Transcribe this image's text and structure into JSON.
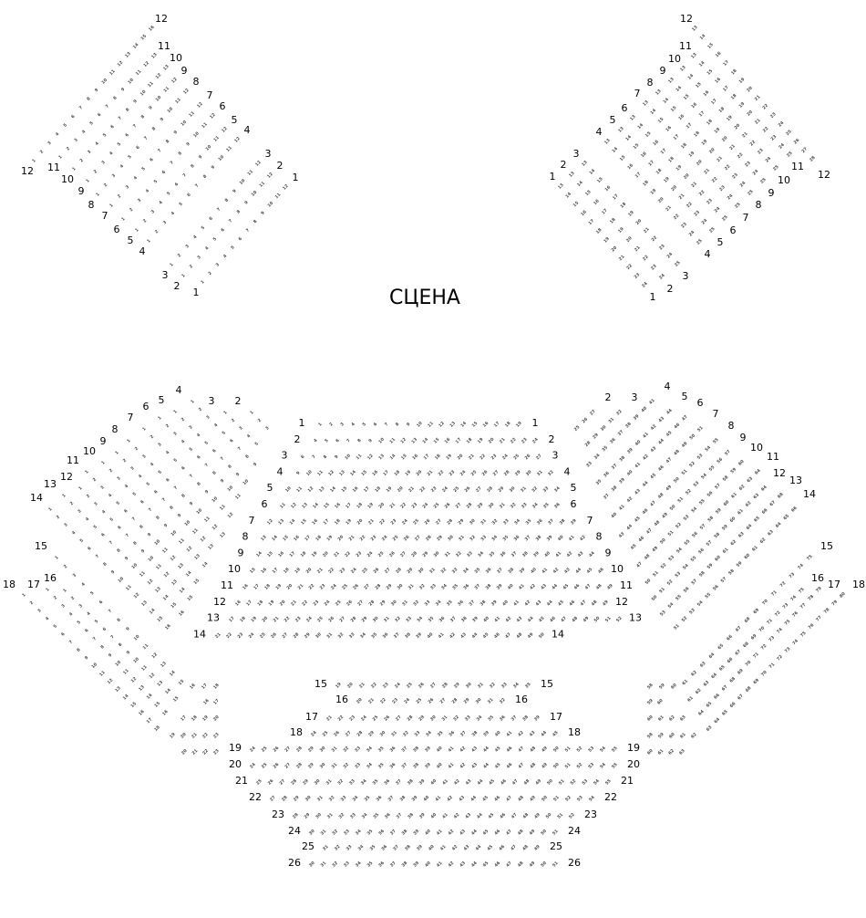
{
  "stage_label": "СЦЕНА",
  "colors": {
    "seat": "#4a4a4a",
    "label": "#000000",
    "background": "#ffffff"
  },
  "sections": {
    "balcony_left": {
      "rows": [
        {
          "label": "1",
          "from": 1,
          "to": 12
        },
        {
          "label": "2",
          "from": 1,
          "to": 12
        },
        {
          "label": "3",
          "from": 1,
          "to": 12
        },
        {
          "label": "4",
          "from": 1,
          "to": 12
        },
        {
          "label": "5",
          "from": 1,
          "to": 12
        },
        {
          "label": "6",
          "from": 1,
          "to": 12
        },
        {
          "label": "7",
          "from": 1,
          "to": 12
        },
        {
          "label": "8",
          "from": 1,
          "to": 12
        },
        {
          "label": "9",
          "from": 1,
          "to": 12
        },
        {
          "label": "10",
          "from": 1,
          "to": 13
        },
        {
          "label": "11",
          "from": 1,
          "to": 13
        },
        {
          "label": "12",
          "from": 1,
          "to": 16
        }
      ]
    },
    "balcony_right": {
      "rows": [
        {
          "label": "1",
          "from": 13,
          "to": 24
        },
        {
          "label": "2",
          "from": 13,
          "to": 24
        },
        {
          "label": "3",
          "from": 13,
          "to": 25
        },
        {
          "label": "4",
          "from": 13,
          "to": 25
        },
        {
          "label": "5",
          "from": 13,
          "to": 25
        },
        {
          "label": "6",
          "from": 13,
          "to": 25
        },
        {
          "label": "7",
          "from": 13,
          "to": 25
        },
        {
          "label": "8",
          "from": 13,
          "to": 25
        },
        {
          "label": "9",
          "from": 13,
          "to": 25
        },
        {
          "label": "10",
          "from": 13,
          "to": 25
        },
        {
          "label": "11",
          "from": 13,
          "to": 25
        },
        {
          "label": "12",
          "from": 13,
          "to": 28
        }
      ]
    },
    "side_upper_left": {
      "rows": [
        {
          "label": "2",
          "from": 1,
          "to": 3
        },
        {
          "label": "3",
          "from": 1,
          "to": 5
        },
        {
          "label": "4",
          "from": 1,
          "to": 9
        },
        {
          "label": "5",
          "from": 1,
          "to": 10
        },
        {
          "label": "6",
          "from": 1,
          "to": 11
        },
        {
          "label": "7",
          "from": 1,
          "to": 12
        },
        {
          "label": "8",
          "from": 1,
          "to": 13
        },
        {
          "label": "9",
          "from": 1,
          "to": 13
        },
        {
          "label": "10",
          "from": 1,
          "to": 14
        },
        {
          "label": "11",
          "from": 1,
          "to": 15
        },
        {
          "label": "12",
          "from": 1,
          "to": 15
        },
        {
          "label": "13",
          "from": 1,
          "to": 16
        },
        {
          "label": "14",
          "from": 1,
          "to": 16
        }
      ]
    },
    "side_upper_right": {
      "rows": [
        {
          "label": "2",
          "from": 25,
          "to": 27
        },
        {
          "label": "3",
          "from": 28,
          "to": 32
        },
        {
          "label": "4",
          "from": 33,
          "to": 41
        },
        {
          "label": "5",
          "from": 35,
          "to": 44
        },
        {
          "label": "6",
          "from": 37,
          "to": 47
        },
        {
          "label": "7",
          "from": 40,
          "to": 51
        },
        {
          "label": "8",
          "from": 43,
          "to": 55
        },
        {
          "label": "9",
          "from": 45,
          "to": 57
        },
        {
          "label": "10",
          "from": 47,
          "to": 60
        },
        {
          "label": "11",
          "from": 50,
          "to": 64
        },
        {
          "label": "12",
          "from": 50,
          "to": 64
        },
        {
          "label": "13",
          "from": 53,
          "to": 68
        },
        {
          "label": "14",
          "from": 51,
          "to": 66
        }
      ]
    },
    "side_lower_left": {
      "rows": [
        {
          "label": "15",
          "from": 1,
          "to": 18
        },
        {
          "label": "16",
          "from": 1,
          "to": 17
        },
        {
          "label": "17",
          "from": 1,
          "to": 20
        },
        {
          "label": "18",
          "from": 1,
          "to": 23
        },
        {
          "label": "19",
          "from": 20,
          "to": 23
        }
      ]
    },
    "side_lower_right": {
      "rows": [
        {
          "label": "15",
          "from": 58,
          "to": 75
        },
        {
          "label": "16",
          "from": 59,
          "to": 75
        },
        {
          "label": "17",
          "from": 60,
          "to": 79
        },
        {
          "label": "18",
          "from": 58,
          "to": 80
        },
        {
          "label": "19",
          "from": 60,
          "to": 63
        }
      ]
    },
    "parterre_front": {
      "rows": [
        {
          "label": "1",
          "from": 1,
          "to": 19
        },
        {
          "label": "2",
          "from": 4,
          "to": 24
        },
        {
          "label": "3",
          "from": 6,
          "to": 27
        },
        {
          "label": "4",
          "from": 9,
          "to": 32
        },
        {
          "label": "5",
          "from": 10,
          "to": 34
        },
        {
          "label": "6",
          "from": 11,
          "to": 36
        },
        {
          "label": "7",
          "from": 12,
          "to": 39
        },
        {
          "label": "8",
          "from": 13,
          "to": 42
        },
        {
          "label": "9",
          "from": 14,
          "to": 44
        },
        {
          "label": "10",
          "from": 15,
          "to": 46
        },
        {
          "label": "11",
          "from": 16,
          "to": 49
        },
        {
          "label": "12",
          "from": 16,
          "to": 49
        },
        {
          "label": "13",
          "from": 17,
          "to": 52
        },
        {
          "label": "14",
          "from": 21,
          "to": 50
        }
      ]
    },
    "parterre_rear": {
      "rows": [
        {
          "label": "15",
          "from": 19,
          "to": 35
        },
        {
          "label": "16",
          "from": 20,
          "to": 32
        },
        {
          "label": "17",
          "from": 21,
          "to": 39
        },
        {
          "label": "18",
          "from": 24,
          "to": 45
        },
        {
          "label": "19",
          "from": 24,
          "to": 55
        },
        {
          "label": "20",
          "from": 24,
          "to": 55
        },
        {
          "label": "21",
          "from": 25,
          "to": 55
        },
        {
          "label": "22",
          "from": 27,
          "to": 54
        },
        {
          "label": "23",
          "from": 28,
          "to": 52
        },
        {
          "label": "24",
          "from": 30,
          "to": 51
        },
        {
          "label": "25",
          "from": 31,
          "to": 49
        },
        {
          "label": "26",
          "from": 30,
          "to": 51
        }
      ]
    }
  }
}
